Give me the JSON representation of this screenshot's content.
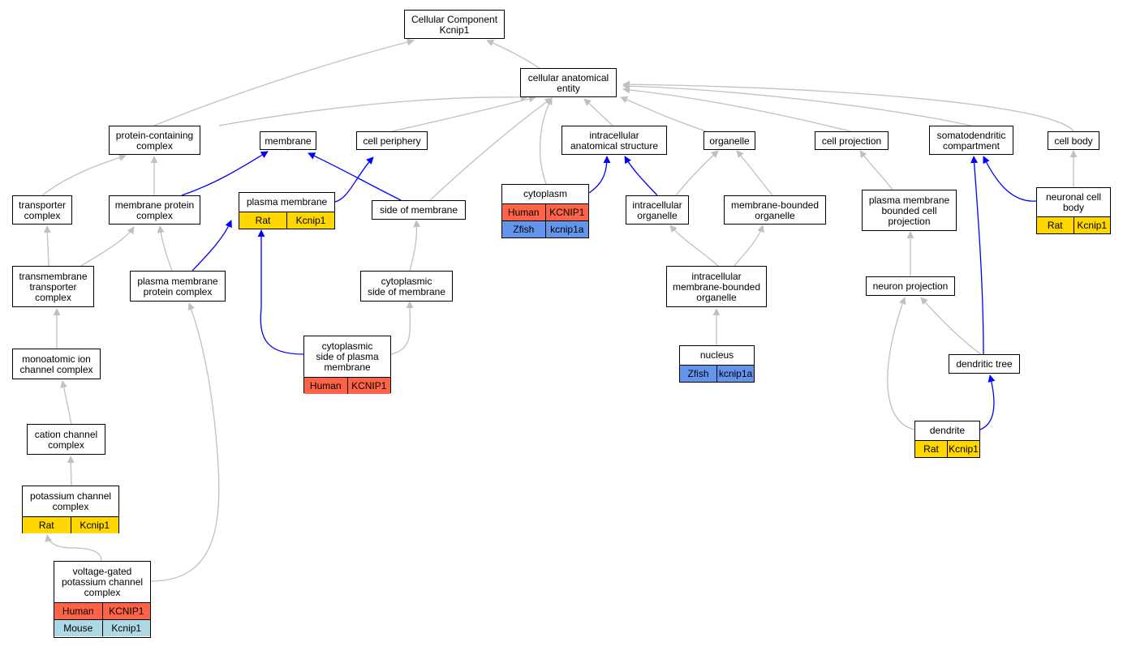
{
  "colors": {
    "gray_edge": "#c0c0c0",
    "blue_edge": "#0000ff",
    "human": "#ff6347",
    "rat": "#ffd700",
    "mouse": "#add8e6",
    "zfish": "#6495ed"
  },
  "nodes": {
    "root": {
      "label": "Cellular Component\nKcnip1"
    },
    "cae": {
      "label": "cellular anatomical\nentity"
    },
    "pcc": {
      "label": "protein-containing\ncomplex"
    },
    "mem": {
      "label": "membrane"
    },
    "cper": {
      "label": "cell periphery"
    },
    "ias": {
      "label": "intracellular\nanatomical structure"
    },
    "org": {
      "label": "organelle"
    },
    "cproj": {
      "label": "cell projection"
    },
    "sdc": {
      "label": "somatodendritic\ncompartment"
    },
    "cbody": {
      "label": "cell body"
    },
    "trc": {
      "label": "transporter\ncomplex"
    },
    "mpc": {
      "label": "membrane protein\ncomplex"
    },
    "pm": {
      "label": "plasma membrane",
      "species": [
        {
          "name": "Rat",
          "gene": "Kcnip1"
        }
      ]
    },
    "som": {
      "label": "side of membrane"
    },
    "cyto": {
      "label": "cytoplasm",
      "species": [
        {
          "name": "Human",
          "gene": "KCNIP1"
        },
        {
          "name": "Zfish",
          "gene": "kcnip1a"
        }
      ]
    },
    "io": {
      "label": "intracellular\norganelle"
    },
    "mbo": {
      "label": "membrane-bounded\norganelle"
    },
    "pmbcp": {
      "label": "plasma membrane\nbounded cell\nprojection"
    },
    "ncb": {
      "label": "neuronal cell\nbody",
      "species": [
        {
          "name": "Rat",
          "gene": "Kcnip1"
        }
      ]
    },
    "tmtc": {
      "label": "transmembrane\ntransporter\ncomplex"
    },
    "pmpc": {
      "label": "plasma membrane\nprotein complex"
    },
    "csom": {
      "label": "cytoplasmic\nside of membrane"
    },
    "imbo": {
      "label": "intracellular\nmembrane-bounded\norganelle"
    },
    "np": {
      "label": "neuron projection"
    },
    "micc": {
      "label": "monoatomic ion\nchannel complex"
    },
    "cspm": {
      "label": "cytoplasmic\nside of plasma\nmembrane",
      "species": [
        {
          "name": "Human",
          "gene": "KCNIP1"
        }
      ]
    },
    "nuc": {
      "label": "nucleus",
      "species": [
        {
          "name": "Zfish",
          "gene": "kcnip1a"
        }
      ]
    },
    "dtree": {
      "label": "dendritic tree"
    },
    "ccc": {
      "label": "cation channel\ncomplex"
    },
    "dend": {
      "label": "dendrite",
      "species": [
        {
          "name": "Rat",
          "gene": "Kcnip1"
        }
      ]
    },
    "kcc": {
      "label": "potassium channel\ncomplex",
      "species": [
        {
          "name": "Rat",
          "gene": "Kcnip1"
        }
      ]
    },
    "vgkcc": {
      "label": "voltage-gated\npotassium channel\ncomplex",
      "species": [
        {
          "name": "Human",
          "gene": "KCNIP1"
        },
        {
          "name": "Mouse",
          "gene": "Kcnip1"
        }
      ]
    }
  }
}
